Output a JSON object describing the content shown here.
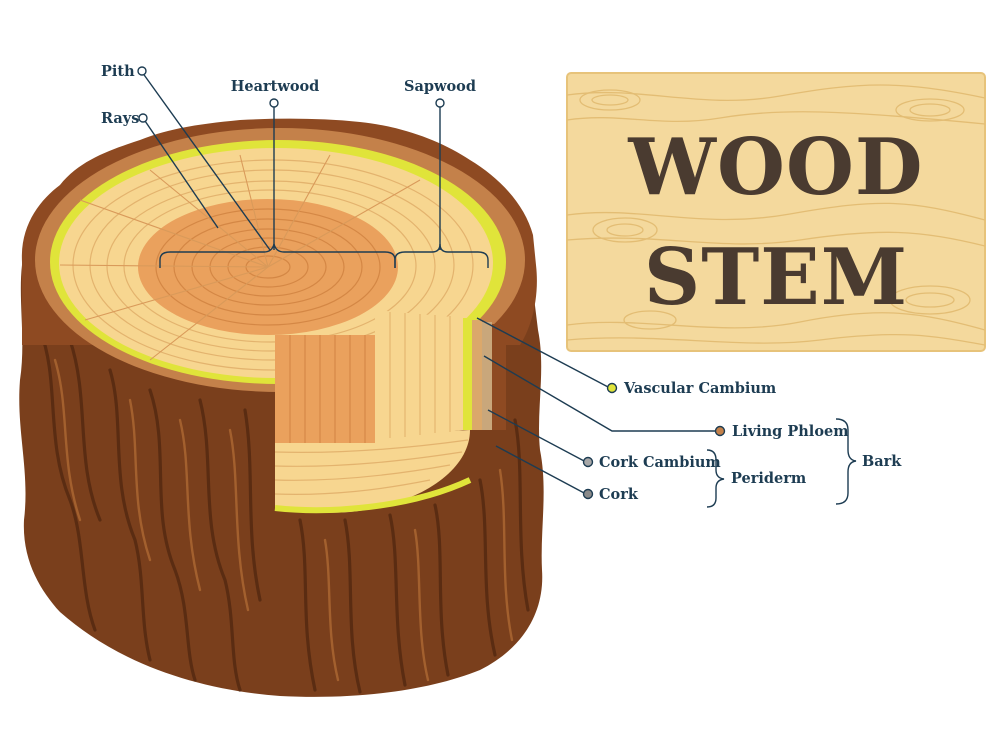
{
  "title": {
    "line1": "WOOD",
    "line2": "STEM"
  },
  "labels": {
    "pith": "Pith",
    "rays": "Rays",
    "heartwood": "Heartwood",
    "sapwood": "Sapwood",
    "vascular_cambium": "Vascular Cambium",
    "living_phloem": "Living Phloem",
    "cork_cambium": "Cork Cambium",
    "cork": "Cork",
    "periderm": "Periderm",
    "bark": "Bark"
  },
  "colors": {
    "label_text": "#1d3c52",
    "title_text": "#4a3b30",
    "plank": "#f4d99d",
    "bark_dark": "#6b3718",
    "bark_light": "#9a5527",
    "heartwood": "#eaa15d",
    "sapwood": "#f7d690",
    "vascular_cambium": "#e0e43a",
    "phloem": "#dba86b"
  }
}
